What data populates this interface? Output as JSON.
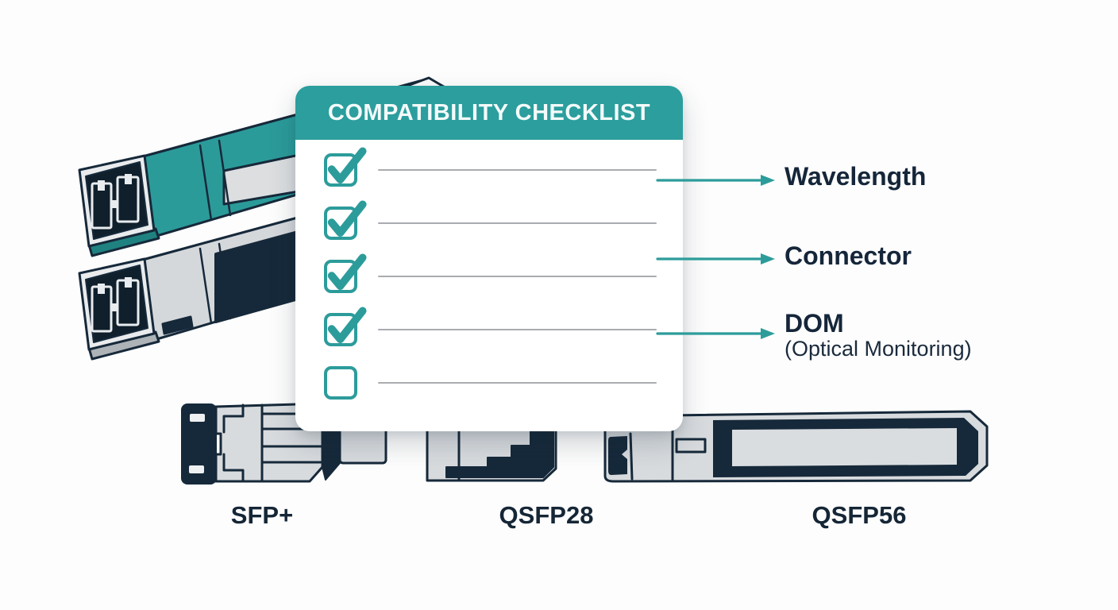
{
  "card": {
    "title": "COMPATIBILITY CHECKLIST",
    "items": [
      {
        "state": "checked"
      },
      {
        "state": "checked"
      },
      {
        "state": "checked"
      },
      {
        "state": "checked"
      },
      {
        "state": "unchecked"
      }
    ]
  },
  "annotations": [
    {
      "label": "Wavelength",
      "sublabel": ""
    },
    {
      "label": "Connector",
      "sublabel": ""
    },
    {
      "label": "DOM",
      "sublabel": "(Optical Monitoring)"
    }
  ],
  "modules": [
    {
      "label": "SFP+"
    },
    {
      "label": "QSFP28"
    },
    {
      "label": "QSFP56"
    }
  ],
  "icons": {
    "checkmark": "✓",
    "arrow_right": "→"
  },
  "colors": {
    "teal": "#2B9E9D",
    "teal_top": "#3AA8A6",
    "navy": "#16293A",
    "body_gray": "#D7DADD",
    "light_gray": "#E9EBEC",
    "line_gray": "#A9ACB0",
    "background": "#FDFDFD"
  }
}
